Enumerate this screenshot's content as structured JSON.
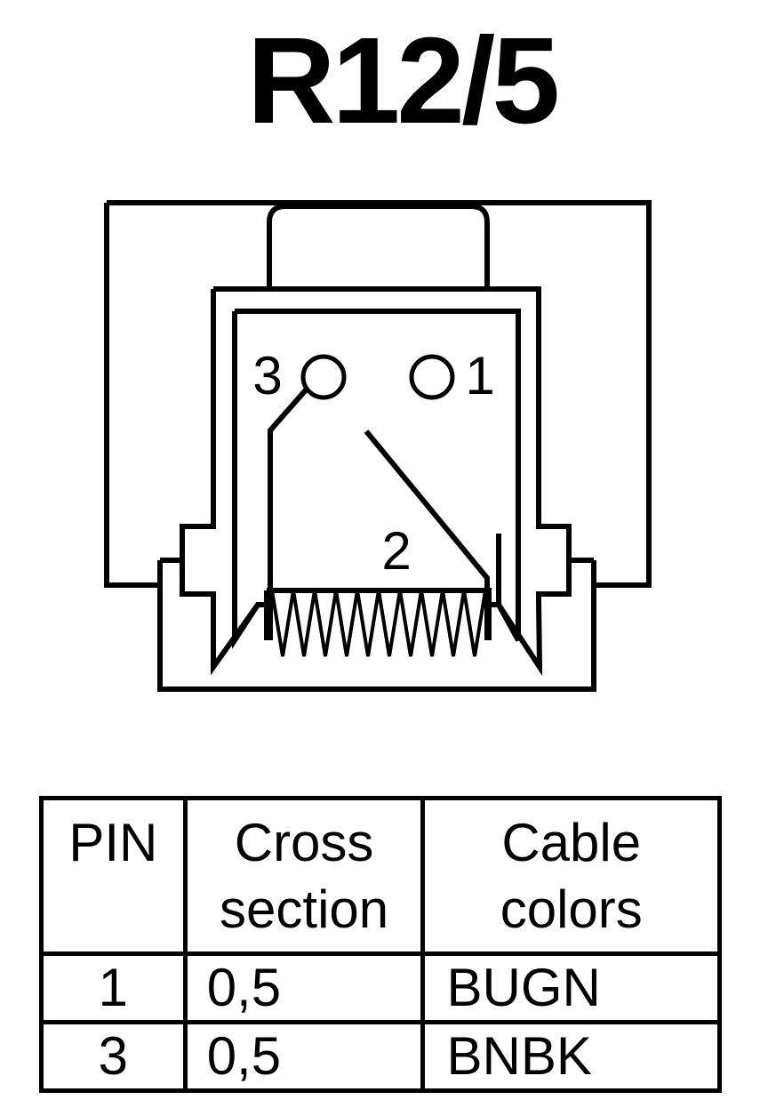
{
  "title": "R12/5",
  "diagram": {
    "pin_labels": [
      "3",
      "1",
      "2"
    ],
    "stroke_color": "#000000",
    "background_color": "#ffffff"
  },
  "table": {
    "headers": {
      "pin": "PIN",
      "cross_line1": "Cross",
      "cross_line2": "section",
      "color_line1": "Cable",
      "color_line2": "colors"
    },
    "rows": [
      {
        "pin": "1",
        "cross_section": "0,5",
        "cable_color": "BUGN"
      },
      {
        "pin": "3",
        "cross_section": "0,5",
        "cable_color": "BNBK"
      }
    ]
  }
}
